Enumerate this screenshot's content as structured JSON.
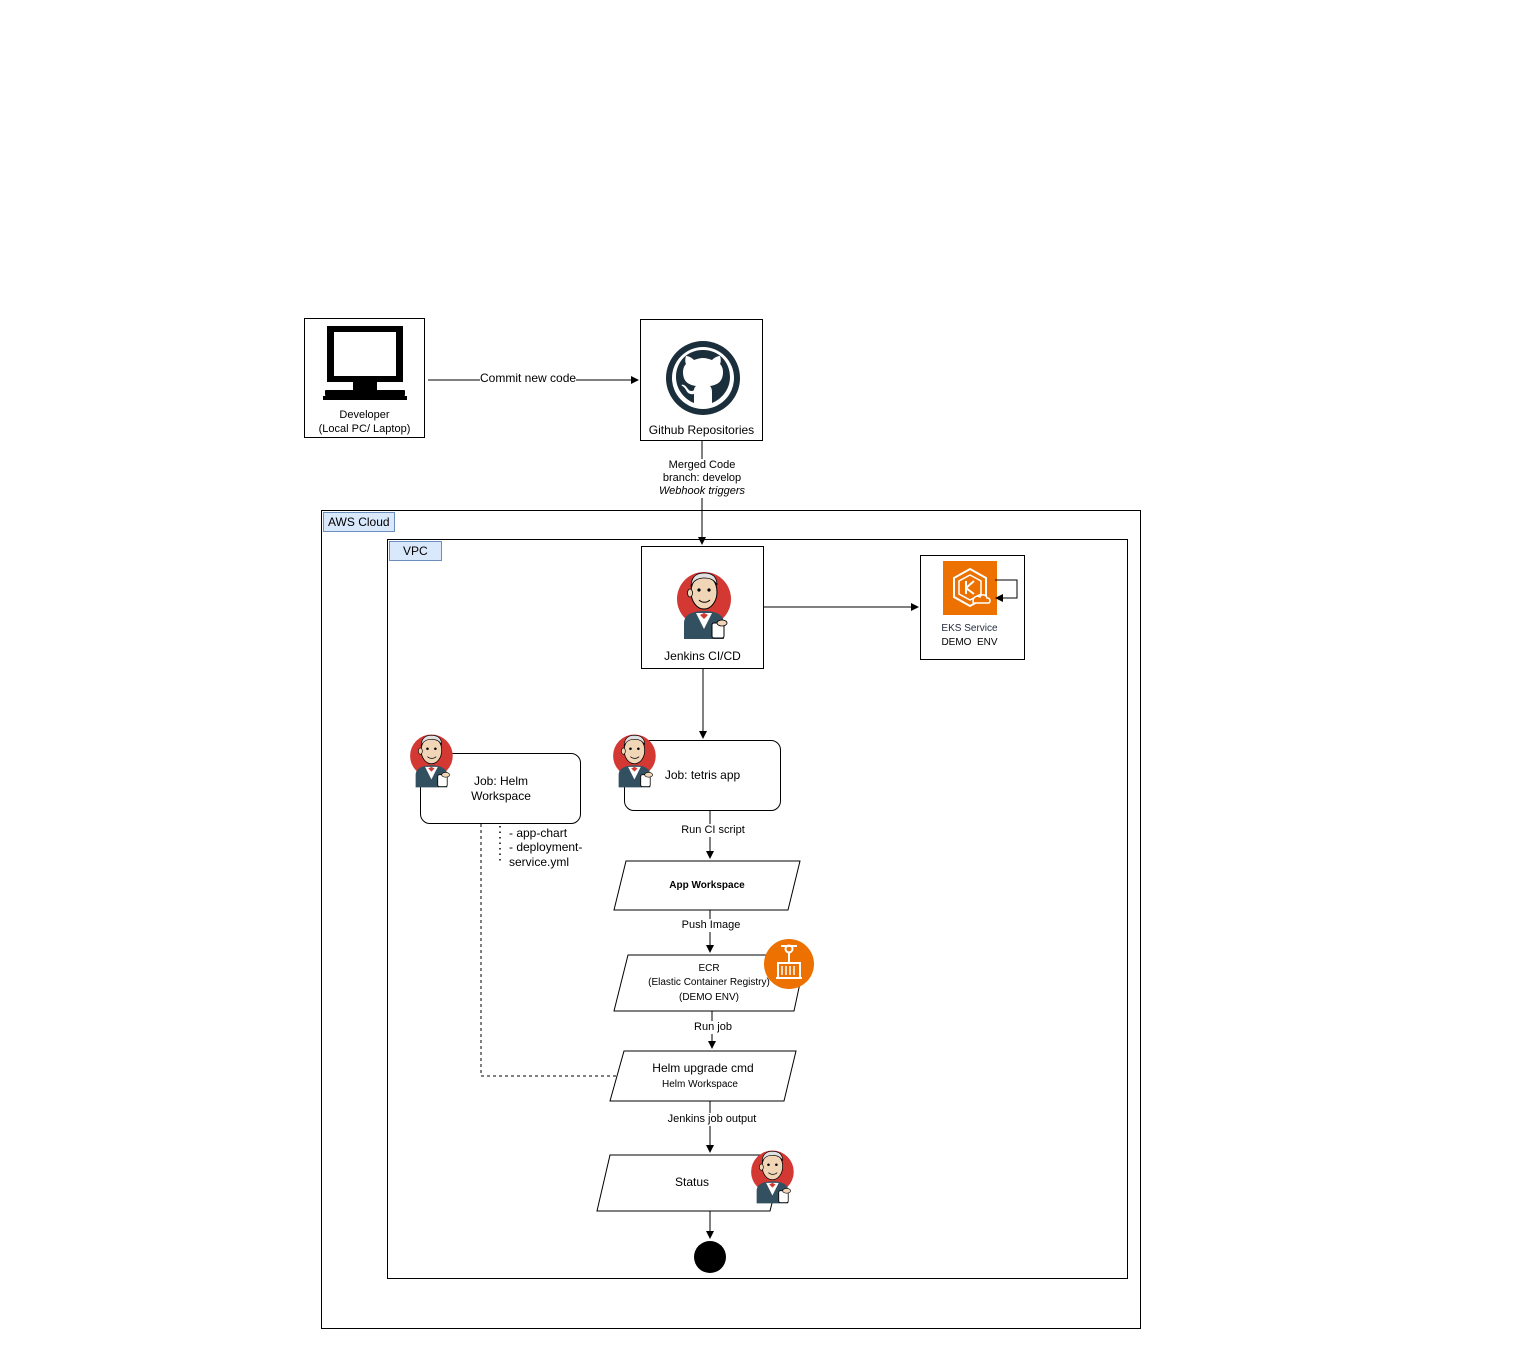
{
  "developer": {
    "label_line1": "Developer",
    "label_line2": "(Local PC/ Laptop)",
    "icon": "monitor-icon"
  },
  "github": {
    "label": "Github Repositories",
    "icon": "github-icon"
  },
  "edges": {
    "commit": "Commit new code",
    "merged_line1": "Merged Code",
    "merged_line2": "branch: develop",
    "merged_line3": "Webhook triggers",
    "run_ci": "Run CI script",
    "push_image": "Push Image",
    "run_job": "Run job",
    "jenkins_output": "Jenkins job output"
  },
  "aws": {
    "label": "AWS Cloud"
  },
  "vpc": {
    "label": "VPC"
  },
  "jenkins": {
    "label": "Jenkins CI/CD",
    "icon": "jenkins-icon"
  },
  "eks": {
    "label_line1": "EKS Service",
    "label_line2": "DEMO  ENV",
    "icon": "eks-icon",
    "color": "#ED7100"
  },
  "helm_job": {
    "label_line1": "Job: Helm",
    "label_line2": "Workspace"
  },
  "helm_files": [
    "- app-chart",
    "- deployment-",
    "service.yml"
  ],
  "tetris_job": {
    "label": "Job: tetris app"
  },
  "app_workspace": {
    "label": "App Workspace"
  },
  "ecr": {
    "line1": "ECR",
    "line2": "(Elastic Container Registry)",
    "line3": "(DEMO ENV)",
    "icon": "ecr-icon",
    "color": "#ED7100"
  },
  "helm_cmd": {
    "line1": "Helm upgrade cmd",
    "line2": "Helm Workspace"
  },
  "status": {
    "label": "Status"
  },
  "end": {
    "icon": "end-node-icon"
  }
}
